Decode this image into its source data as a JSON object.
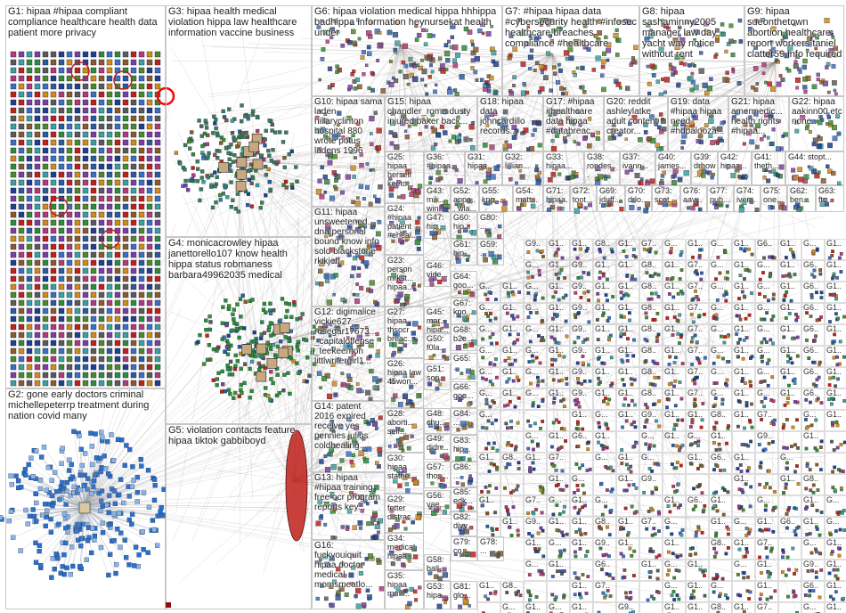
{
  "graph": {
    "groups": [
      {
        "id": "G1",
        "label": "G1: hipaa #hipaa compliant compliance healthcare health data patient more privacy"
      },
      {
        "id": "G2",
        "label": "G2: gone early doctors criminal michellepeterrp treatment during nation covid many"
      },
      {
        "id": "G3",
        "label": "G3: hipaa health medical violation hippa law healthcare information vaccine business"
      },
      {
        "id": "G4",
        "label": "G4: monicacrowley hipaa janettorello107 know health hippa status robmaness barbara49962035 medical"
      },
      {
        "id": "G5",
        "label": "G5: violation contacts feature hipaa tiktok gabbiboyd"
      },
      {
        "id": "G6",
        "label": "G6: hipaa violation medical hippa hhhippa badhippa information heynursekat health under"
      },
      {
        "id": "G7",
        "label": "G7: #hipaa hipaa data #cybersecurity health #infosec healthcare breaches compliance #healthcare"
      },
      {
        "id": "G8",
        "label": "G8: hipaa sashaminny2005 manager law day yacht way notice without rent"
      },
      {
        "id": "G9",
        "label": "G9: hipaa sueonthetown abortion healthcare report workers taniel clatter59 info required"
      },
      {
        "id": "G10",
        "label": "G10: hipaa sama laden hillaryclinton hospital 880 wrote potus ladens 1996"
      },
      {
        "id": "G11",
        "label": "G11: hipaa unsweetened... dna personal bound know info sold blackstone rkikjeff"
      },
      {
        "id": "G12",
        "label": "G12: digimalice vickie627 rosegar17673... _capitaloffense _teekeemon littlwritergirl1..."
      },
      {
        "id": "G13",
        "label": "G13: hipaa #hipaa training free ocr program reports key..."
      },
      {
        "id": "G14",
        "label": "G14: patent 2016 expired receive yes pennies julius coldhealing..."
      },
      {
        "id": "G15",
        "label": "G15: hipaa chandler_rome dusty injured baker back..."
      },
      {
        "id": "G16",
        "label": "G16: fuckyouiquit hipaa doctor medical momsmeatlo..."
      },
      {
        "id": "G17",
        "label": "G17: #hipaa #healthcare data hipaa #databreac..."
      },
      {
        "id": "G18",
        "label": "G18: hipaa data johncardillo records..."
      },
      {
        "id": "G19",
        "label": "G19: data #hipaa hipaa need #hdpalooza..."
      },
      {
        "id": "G20",
        "label": "G20: reddit ashleylatke adult content creator..."
      },
      {
        "id": "G21",
        "label": "G21: hipaa amermedic... health rights #hipaa..."
      },
      {
        "id": "G22",
        "label": "G22: hipaa aakinn00 etc none..."
      },
      {
        "id": "G23",
        "label": "G23: person mrkst... hipaa..."
      },
      {
        "id": "G24",
        "label": "G24: #hipaa patient #eheal..."
      },
      {
        "id": "G25",
        "label": "G25: hipaa herself keeto..."
      },
      {
        "id": "G26",
        "label": "G26: hipaa law 45won..."
      },
      {
        "id": "G27",
        "label": "G27: hipaa thsocr breac..."
      },
      {
        "id": "G28",
        "label": "G28: aborti... self..."
      },
      {
        "id": "G29",
        "label": "G29: fetter distrac..."
      },
      {
        "id": "G30",
        "label": "G30: hipaa statne..."
      },
      {
        "id": "G31",
        "label": "G31: hipaa..."
      },
      {
        "id": "G32",
        "label": "G32: lillian..."
      },
      {
        "id": "G33",
        "label": "G33: hipaa..."
      },
      {
        "id": "G34",
        "label": "G34: medical hipaa..."
      },
      {
        "id": "G35",
        "label": "G35: hipaa mmr..."
      },
      {
        "id": "G36",
        "label": "G36: #hipaa..."
      },
      {
        "id": "G37",
        "label": "G37: ivann..."
      },
      {
        "id": "G38",
        "label": "G38: rondes..."
      },
      {
        "id": "G39",
        "label": "G39: drhow..."
      },
      {
        "id": "G40",
        "label": "G40: james..."
      },
      {
        "id": "G41",
        "label": "G41: theth..."
      },
      {
        "id": "G42",
        "label": "G42: hipaa..."
      },
      {
        "id": "G43",
        "label": "G43: mik... win..."
      },
      {
        "id": "G44",
        "label": "G44: stopt..."
      },
      {
        "id": "G45",
        "label": "G45: mar... hipa..."
      },
      {
        "id": "G46",
        "label": "G46: vide..."
      },
      {
        "id": "G47",
        "label": "G47: hip..."
      },
      {
        "id": "G48",
        "label": "G48: chu..."
      },
      {
        "id": "G49",
        "label": "G49: didn..."
      },
      {
        "id": "G50",
        "label": "G50: f0la..."
      },
      {
        "id": "G51",
        "label": "G51: sop..."
      },
      {
        "id": "G52",
        "label": "G52: appa... wla..."
      },
      {
        "id": "G53",
        "label": "G53: hipa..."
      },
      {
        "id": "G54",
        "label": "G54: matt..."
      },
      {
        "id": "G55",
        "label": "G55: kno..."
      },
      {
        "id": "G56",
        "label": "G56: vae..."
      },
      {
        "id": "G57",
        "label": "G57: thos..."
      },
      {
        "id": "G58",
        "label": "G58: ball..."
      },
      {
        "id": "G59",
        "label": "G59: ..."
      },
      {
        "id": "G60",
        "label": "G60: hip..."
      },
      {
        "id": "G61",
        "label": "G61: hip..."
      },
      {
        "id": "G62",
        "label": "G62: ben..."
      },
      {
        "id": "G63",
        "label": "G63: ftc..."
      },
      {
        "id": "G64",
        "label": "G64: goo..."
      },
      {
        "id": "G65",
        "label": "G65: ..."
      },
      {
        "id": "G66",
        "label": "G66: goo..."
      },
      {
        "id": "G67",
        "label": "G67: kno..."
      },
      {
        "id": "G68",
        "label": "G68: b2e..."
      },
      {
        "id": "G69",
        "label": "G69: jduff..."
      },
      {
        "id": "G70",
        "label": "G70: drlo..."
      },
      {
        "id": "G71",
        "label": "G71: hipaa..."
      },
      {
        "id": "G72",
        "label": "G72: toot..."
      },
      {
        "id": "G73",
        "label": "G73: scot..."
      },
      {
        "id": "G74",
        "label": "G74: iver..."
      },
      {
        "id": "G75",
        "label": "G75: one..."
      },
      {
        "id": "G76",
        "label": "G76: aav..."
      },
      {
        "id": "G77",
        "label": "G77: pub..."
      },
      {
        "id": "G78",
        "label": "G78: ..."
      },
      {
        "id": "G79",
        "label": "G79: co..."
      },
      {
        "id": "G80",
        "label": "G80: ..."
      },
      {
        "id": "G81",
        "label": "G81: glo..."
      },
      {
        "id": "G82",
        "label": "G82: divv..."
      },
      {
        "id": "G83",
        "label": "G83: hip..."
      },
      {
        "id": "G84",
        "label": "G84: ..."
      },
      {
        "id": "G85",
        "label": "G85: edk..."
      },
      {
        "id": "G86",
        "label": "G86: ..."
      }
    ],
    "small_group_labels": [
      "G9..",
      "G1..",
      "G1..",
      "G8..",
      "G1..",
      "G7..",
      "G...",
      "G1..",
      "G...",
      "G1..",
      "G6..",
      "G1..",
      "G...",
      "G1..",
      "G...",
      "G1.."
    ],
    "colors": {
      "panel_border": "#c8c8c8",
      "edge": "#8b7b7b",
      "node_blue": "#1f3f8f",
      "node_green": "#2e8b3a",
      "node_red": "#c0201a",
      "background": "#ffffff"
    }
  }
}
